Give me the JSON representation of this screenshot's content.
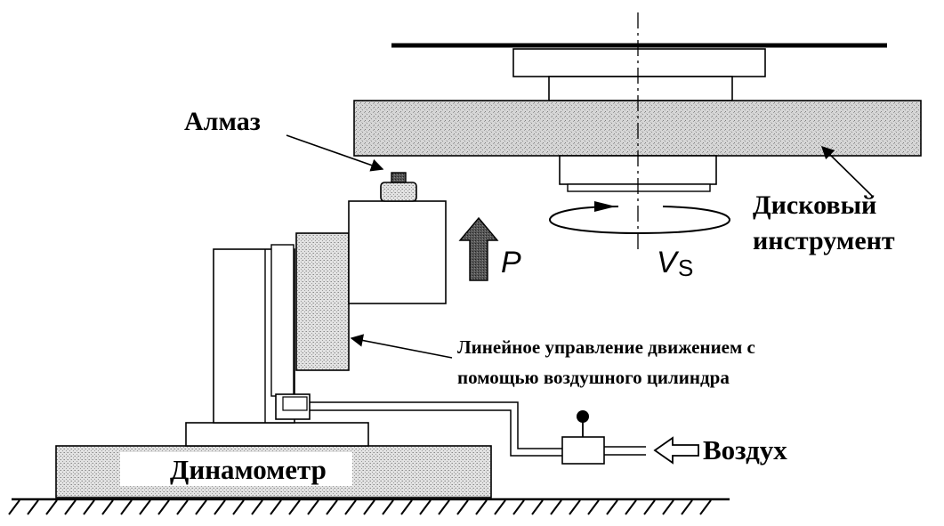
{
  "labels": {
    "diamond": "Алмаз",
    "disk_tool_line1": "Дисковый",
    "disk_tool_line2": "инструмент",
    "linear_guide_line1": "Линейное управление движением с",
    "linear_guide_line2": "помощью воздушного цилиндра",
    "air": "Воздух",
    "dynamometer": "Динамометр",
    "force_symbol": "P",
    "speed_symbol": "V",
    "speed_subscript": "S"
  },
  "colors": {
    "line": "#000000",
    "stipple_light": "#d9d9d9",
    "stipple_dark": "#3a3a3a",
    "arrow_fill": "#4a4a4a",
    "background": "#ffffff"
  },
  "icons": {
    "force_arrow": "up-arrow-icon",
    "air_arrow": "hollow-left-arrow-icon",
    "rotation": "rotation-arrow-icon",
    "valve": "valve-icon",
    "ground": "ground-hatch-icon"
  }
}
